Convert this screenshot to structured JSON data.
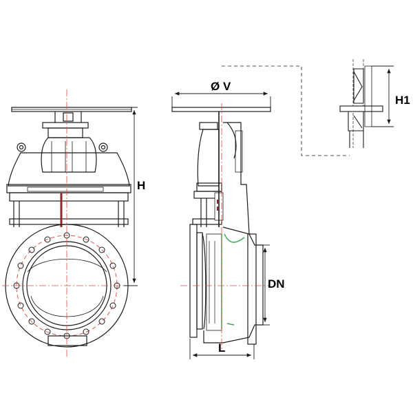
{
  "dimensions": {
    "height_label": "H",
    "handwheel_diameter_label": "Ø V",
    "handwheel_height_label": "H1",
    "nominal_diameter_label": "DN",
    "face_to_face_label": "L"
  },
  "colors": {
    "outline": "#1a1a1a",
    "centerline": "#e0463c",
    "seal": "#3aa655",
    "gland": "#8b2a2a"
  }
}
